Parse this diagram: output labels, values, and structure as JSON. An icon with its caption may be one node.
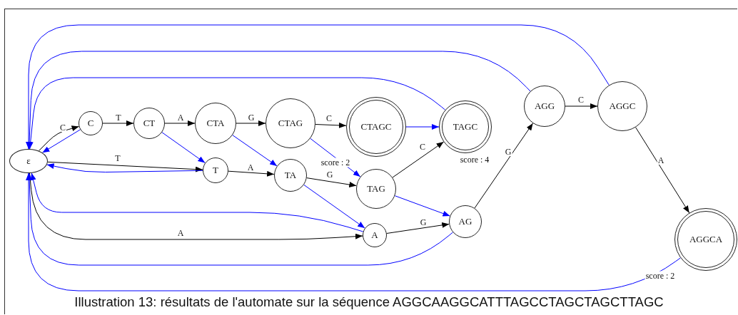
{
  "diagram": {
    "caption": "Illustration 13: résultats de l'automate sur la séquence AGGCAAGGCATTTAGCCTAGCTAGCTTAGC",
    "nodes": [
      {
        "text": [
          "ε"
        ]
      },
      {
        "text": [
          "C"
        ]
      },
      {
        "text": [
          "CT"
        ]
      },
      {
        "text": [
          "CTA"
        ]
      },
      {
        "text": [
          "CTAG"
        ]
      },
      {
        "text": [
          "CTAGC"
        ],
        "beside": [
          "score : 2"
        ]
      },
      {
        "text": [
          "TAGC"
        ],
        "beside": [
          "score : 4"
        ]
      },
      {
        "text": [
          "AGG"
        ]
      },
      {
        "text": [
          "AGGC"
        ]
      },
      {
        "text": [
          "AGGCA"
        ],
        "beside": [
          "score : 2"
        ]
      },
      {
        "text": [
          "T"
        ]
      },
      {
        "text": [
          "TA"
        ]
      },
      {
        "text": [
          "TAG"
        ]
      },
      {
        "text": [
          "A"
        ]
      },
      {
        "text": [
          "AG"
        ]
      }
    ],
    "edges": [
      {
        "from": 0,
        "to": 1,
        "arrow": "to",
        "label": "C"
      },
      {
        "from": 1,
        "to": 2,
        "arrow": "to",
        "label": "T"
      },
      {
        "from": 2,
        "to": 3,
        "arrow": "to",
        "label": "A"
      },
      {
        "from": 3,
        "to": 4,
        "arrow": "to",
        "label": "G"
      },
      {
        "from": 4,
        "to": 5,
        "arrow": "to",
        "label": "C"
      },
      {
        "from": 0,
        "to": 10,
        "arrow": "to",
        "label": "T"
      },
      {
        "from": 10,
        "to": 11,
        "arrow": "to",
        "label": "A"
      },
      {
        "from": 11,
        "to": 12,
        "arrow": "to",
        "label": "G"
      },
      {
        "from": 12,
        "to": 6,
        "arrow": "to",
        "label": "C"
      },
      {
        "from": 0,
        "to": 13,
        "arrow": "to",
        "label": "A"
      },
      {
        "from": 13,
        "to": 14,
        "arrow": "to",
        "label": "G"
      },
      {
        "from": 14,
        "to": 7,
        "arrow": "to",
        "label": "G"
      },
      {
        "from": 7,
        "to": 8,
        "arrow": "to",
        "label": "C"
      },
      {
        "from": 8,
        "to": 9,
        "arrow": "to",
        "label": "A"
      },
      {
        "from": 1,
        "to": 0,
        "arrow": "to",
        "color": "#0000ff"
      },
      {
        "from": 2,
        "to": 10,
        "arrow": "to",
        "color": "#0000ff"
      },
      {
        "from": 3,
        "to": 11,
        "arrow": "to",
        "color": "#0000ff"
      },
      {
        "from": 4,
        "to": 12,
        "arrow": "to",
        "color": "#0000ff"
      },
      {
        "from": 5,
        "to": 6,
        "arrow": "to",
        "color": "#0000ff"
      },
      {
        "from": 10,
        "to": 0,
        "arrow": "to",
        "color": "#0000ff"
      },
      {
        "from": 11,
        "to": 13,
        "arrow": "to",
        "color": "#0000ff"
      },
      {
        "from": 12,
        "to": 14,
        "arrow": "to",
        "color": "#0000ff"
      },
      {
        "from": 13,
        "to": 0,
        "arrow": "to",
        "color": "#0000ff"
      },
      {
        "from": 14,
        "to": 0,
        "arrow": "to",
        "color": "#0000ff"
      },
      {
        "from": 6,
        "to": 0,
        "arrow": "to",
        "color": "#0000ff"
      },
      {
        "from": 7,
        "to": 0,
        "arrow": "to",
        "color": "#0000ff"
      },
      {
        "from": 8,
        "to": 0,
        "arrow": "to",
        "color": "#0000ff"
      },
      {
        "from": 9,
        "to": 0,
        "arrow": "to",
        "color": "#0000ff"
      }
    ]
  }
}
